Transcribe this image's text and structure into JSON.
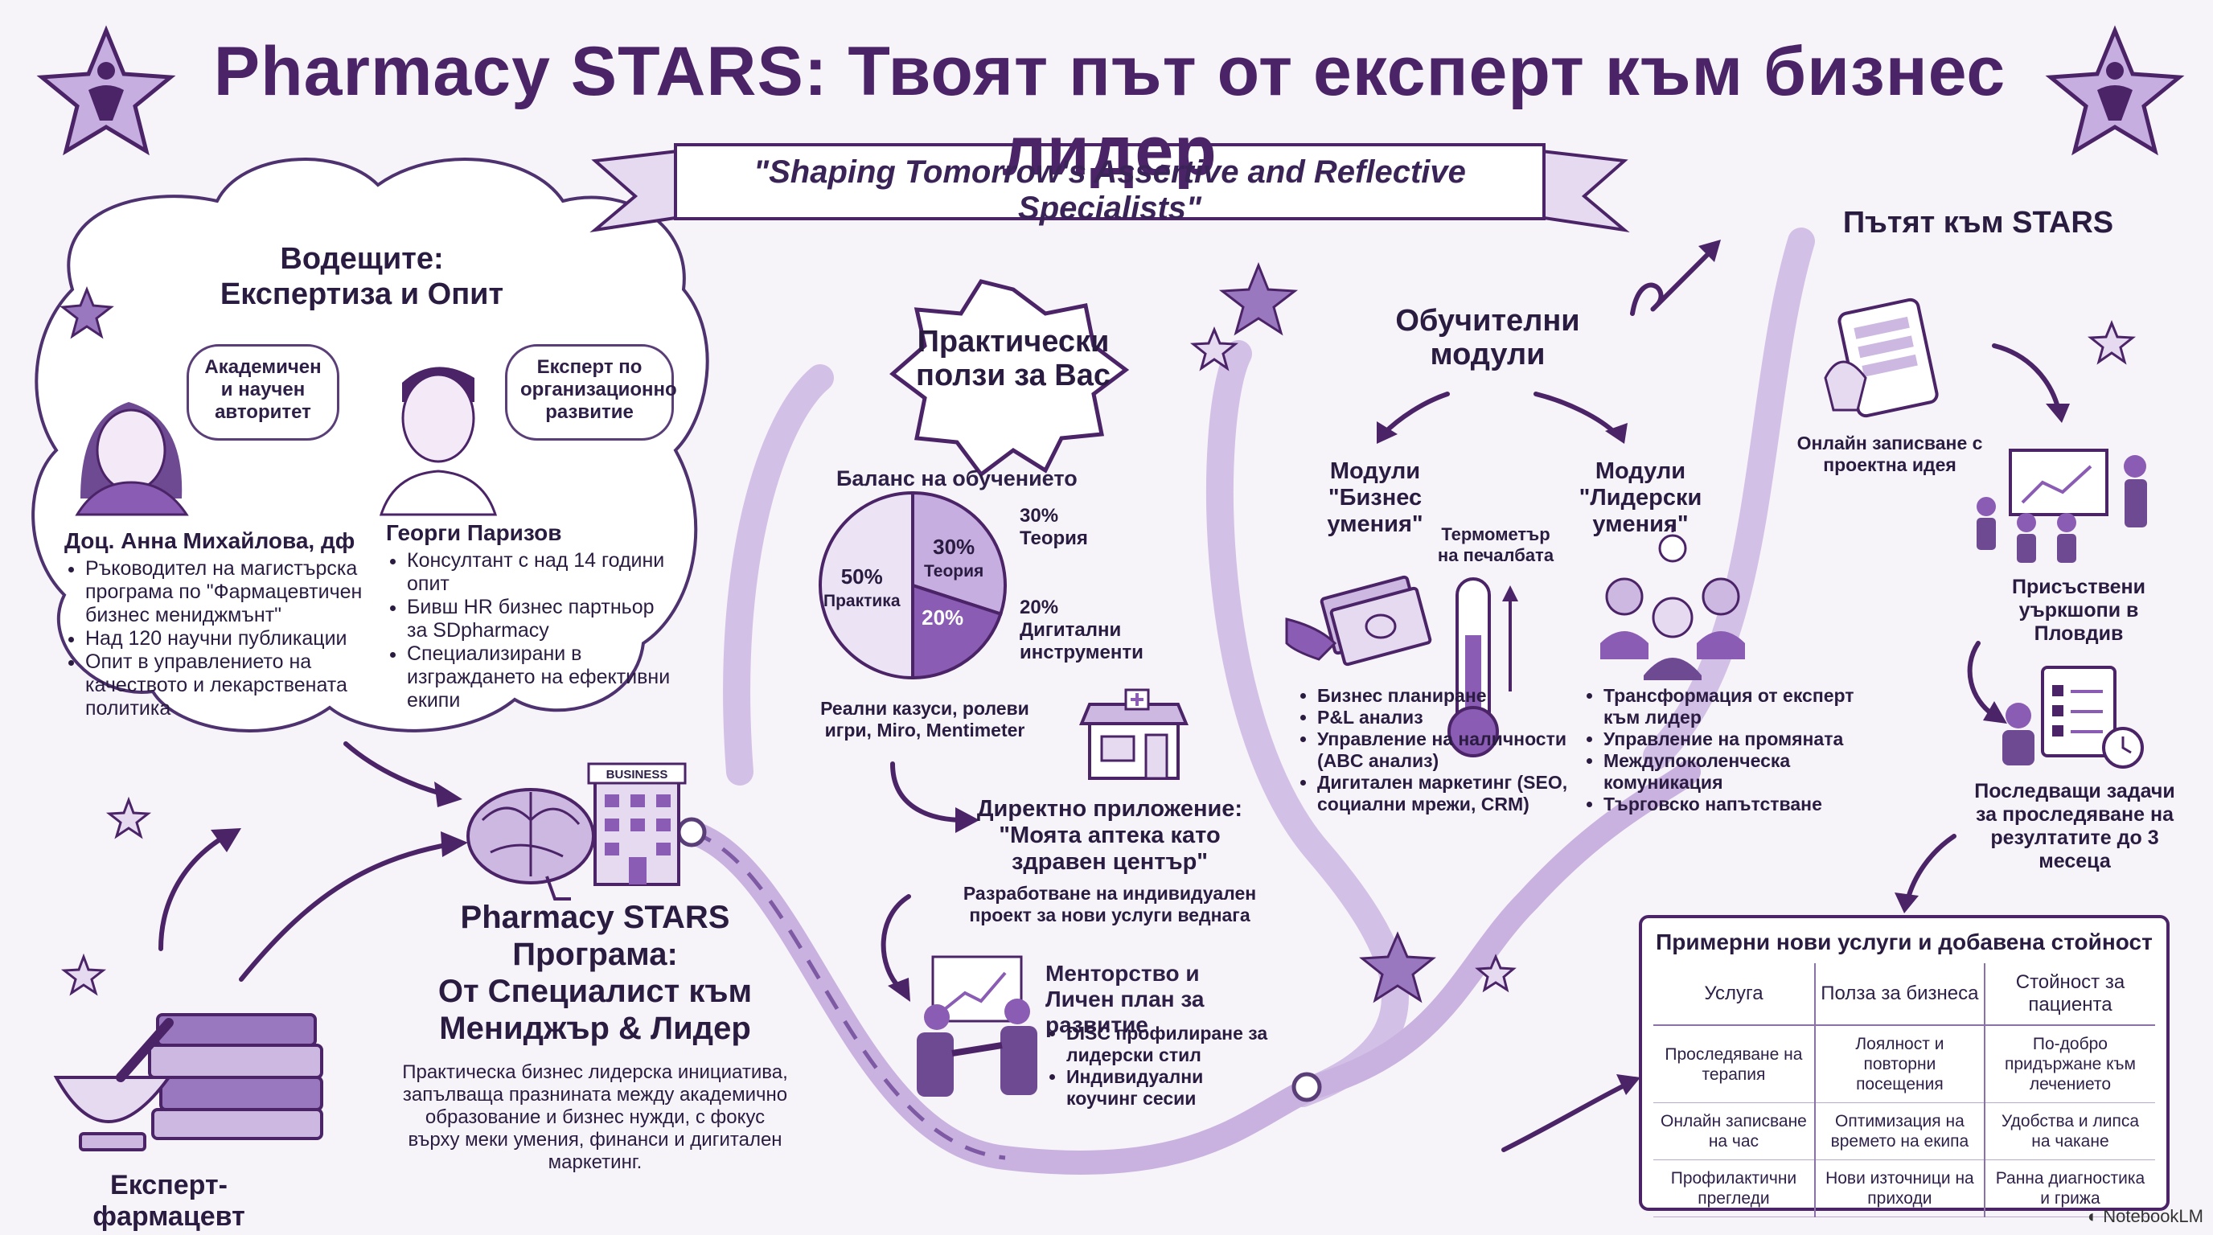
{
  "title": "Pharmacy STARS: Твоят път от експерт към бизнес лидер",
  "subtitle": "\"Shaping Tomorrow's Assertive and Reflective Specialists\"",
  "leaders": {
    "heading": "Водещите:\nЕкспертиза и Опит",
    "anna": {
      "bubble": "Академичен и научен авторитет",
      "name": "Доц. Анна Михайлова, дф",
      "bullets": [
        "Ръководител на магистърска програма по \"Фармацевтичен бизнес мениджмънт\"",
        "Над 120 научни публикации",
        "Опит в управлението на качеството и лекарствената политика"
      ]
    },
    "georgi": {
      "bubble": "Експерт по организационно развитие",
      "name": "Георги Паризов",
      "bullets": [
        "Консултант с над 14 години опит",
        "Бивш HR бизнес партньор за SDpharmacy",
        "Специализирани в изграждането на ефективни екипи"
      ]
    }
  },
  "program": {
    "building_sign": "BUSINESS",
    "title": "Pharmacy STARS\nПрограма:\nОт Специалист към\nМениджър & Лидер",
    "description": "Практическа бизнес лидерска инициатива, запълваща празнината между академично образование и бизнес нужди, с фокус върху меки умения, финанси и дигитален маркетинг."
  },
  "expert_label": "Експерт-фармацевт",
  "benefits": {
    "heading": "Практически\nползи за Вас",
    "balance_label": "Баланс на обучението",
    "cases": "Реални казуси, ролеви игри, Miro, Mentimeter",
    "application_title": "Директно приложение:\n\"Моята аптека като\nздравен център\"",
    "project": "Разработване на индивидуален проект за нови услуги веднага",
    "mentoring_title": "Менторство и\nЛичен план за развитие",
    "mentoring_bullets": [
      "DISC профилиране за лидерски стил",
      "Индивидуални коучинг сесии"
    ]
  },
  "chart_data": {
    "type": "pie",
    "title": "Баланс на обучението",
    "slices": [
      {
        "label": "Практика",
        "value": 50,
        "value_label": "50%"
      },
      {
        "label": "Теория",
        "value": 30,
        "value_label": "30%"
      },
      {
        "label": "Дигитални инструменти",
        "value": 20,
        "value_label": "20%"
      }
    ],
    "annotations": [
      "30% Теория",
      "20% Дигитални инструменти"
    ],
    "colors": [
      "#ece3f5",
      "#c7aee0",
      "#8a5cb4"
    ]
  },
  "modules": {
    "heading": "Обучителни\nмодули",
    "business_title": "Модули\n\"Бизнес умения\"",
    "leadership_title": "Модули\n\"Лидерски умения\"",
    "thermometer_label": "Термометър\nна печалбата",
    "business_bullets": [
      "Бизнес планиране",
      "P&L анализ",
      "Управление на наличности (ABC анализ)",
      "Дигитален маркетинг (SEO, социални мрежи, CRM)"
    ],
    "leadership_bullets": [
      "Трансформация от експерт към лидер",
      "Управление на промяната",
      "Междупоколенческа комуникация",
      "Търговско напътстване"
    ]
  },
  "path": {
    "heading": "Пътят към STARS",
    "step1": "Онлайн записване с проектна идея",
    "step2": "Присъствени уъркшопи в Пловдив",
    "step3": "Последващи задачи за проследяване на резултатите до 3 месеца"
  },
  "value_table": {
    "title": "Примерни нови услуги и добавена стойност",
    "headers": [
      "Услуга",
      "Полза за бизнеса",
      "Стойност за пациента"
    ],
    "rows": [
      [
        "Проследяване на терапия",
        "Лоялност и повторни посещения",
        "По-добро придържане към лечението"
      ],
      [
        "Онлайн записване на час",
        "Оптимизация на времето на екипа",
        "Удобства и липса на чакане"
      ],
      [
        "Профилактични прегледи",
        "Нови източници на приходи",
        "Ранна диагностика и грижа"
      ]
    ]
  },
  "watermark": "NotebookLM",
  "colors": {
    "primary": "#4b2468",
    "accent": "#8a5cb4",
    "light": "#cdb8e2",
    "path": "#c9b2df"
  }
}
